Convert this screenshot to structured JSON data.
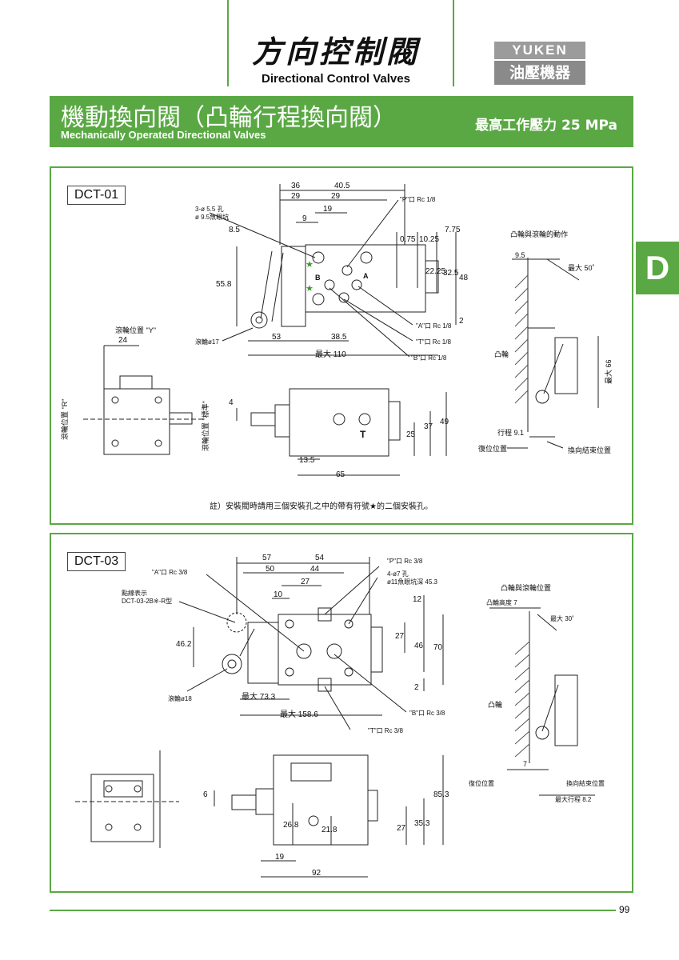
{
  "header": {
    "title_zh": "方向控制閥",
    "title_en": "Directional Control Valves",
    "logo_top": "YUKEN",
    "logo_bottom": "油壓機器"
  },
  "banner": {
    "title_zh": "機動換向閥（凸輪行程換向閥）",
    "title_en": "Mechanically Operated Directional Valves",
    "pressure": "最高工作壓力  25 MPa"
  },
  "section_tab": "D",
  "dct01": {
    "model": "DCT-01",
    "dims": {
      "d36": "36",
      "d40_5": "40.5",
      "d29a": "29",
      "d29b": "29",
      "d19": "19",
      "d9": "9",
      "d8_5": "8.5",
      "d55_8": "55.8",
      "d0_75": "0.75",
      "d10_25": "10.25",
      "d7_75": "7.75",
      "d22_25": "22.25",
      "d32_5": "32.5",
      "d48": "48",
      "d2": "2",
      "d53": "53",
      "d38_5": "38.5",
      "max110": "最大 110",
      "d24": "24",
      "d4": "4",
      "d13_5": "13.5",
      "d65": "65",
      "d25": "25",
      "d37": "37",
      "d49": "49",
      "d9_5": "9.5",
      "max50": "最大 50˚",
      "max66": "最大 66",
      "stroke": "行程 9.1"
    },
    "callouts": {
      "holes": "3-ø 5.5 孔",
      "spotface": "ø 9.5魚眼坑",
      "p_port": "\"P\"口 Rc 1/8",
      "a_port": "\"A\"口 Rc 1/8",
      "t_port": "\"T\"口 Rc 1/8",
      "b_port": "\"B\"口 Rc 1/8",
      "roller": "滾輪ø17",
      "roller_y": "滾輪位置 \"Y\"",
      "roller_r": "滾輪位置 \"R\"",
      "roller_std": "滾輪位置 \"標準\"",
      "port_a": "A",
      "port_b": "B",
      "port_t": "T"
    },
    "cam": {
      "title": "凸輪與滾輪的動作",
      "cam_label": "凸輪",
      "reset": "復位位置",
      "end": "換向結束位置"
    },
    "note": "註）安裝閥時請用三個安裝孔之中的帶有符號★的二個安裝孔。"
  },
  "dct03": {
    "model": "DCT-03",
    "dims": {
      "d57": "57",
      "d54": "54",
      "d50": "50",
      "d44": "44",
      "d27a": "27",
      "d10": "10",
      "d12": "12",
      "d27b": "27",
      "d46": "46",
      "d70": "70",
      "d2": "2",
      "d46_2": "46.2",
      "max73_3": "最大 73.3",
      "max158_6": "最大 158.6",
      "d6": "6",
      "d26_8": "26.8",
      "d21_8": "21.8",
      "d27c": "27",
      "d35_3": "35.3",
      "d85_3": "85.3",
      "d19": "19",
      "d92": "92",
      "cam_height": "凸輪高度  7",
      "max30": "最大 30˚",
      "d7": "7",
      "max_stroke": "最大行程  8.2"
    },
    "callouts": {
      "a_port": "\"A\"口 Rc 3/8",
      "p_port": "\"P\"口 Rc 3/8",
      "b_port": "\"B\"口 Rc 3/8",
      "t_port": "\"T\"口 Rc 3/8",
      "holes": "4-ø7 孔",
      "spotface": "ø11魚眼坑深 45.3",
      "dotted": "點線表示",
      "dotted_model": "DCT-03-2B※-R型",
      "roller": "滾輪ø18"
    },
    "cam": {
      "title": "凸輪與滾輪位置",
      "cam_label": "凸輪",
      "reset": "復位位置",
      "end": "換向結束位置"
    }
  },
  "footer": {
    "page": "99"
  }
}
